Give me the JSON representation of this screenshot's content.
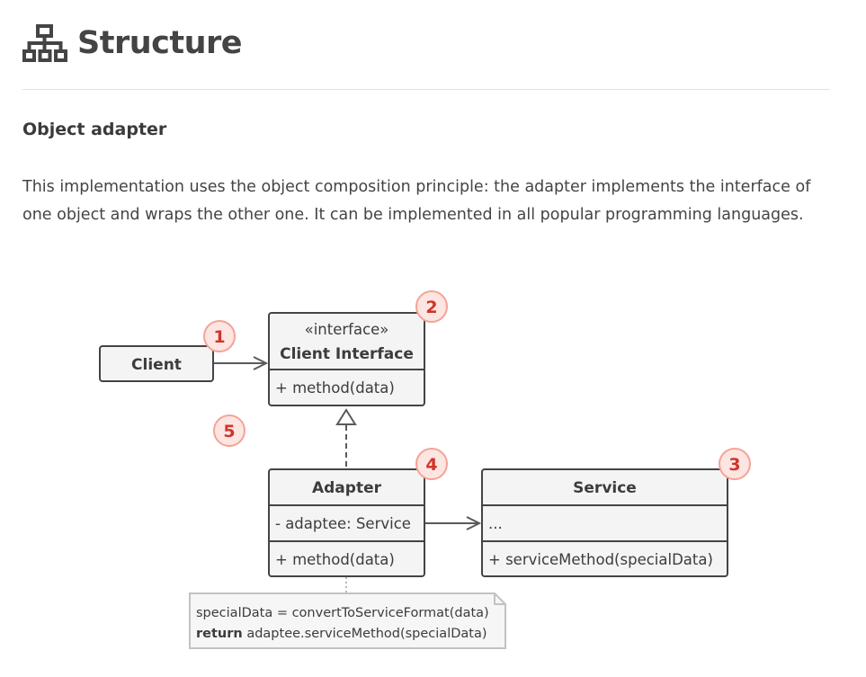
{
  "header": {
    "title": "Structure",
    "icon": "sitemap-icon"
  },
  "section": {
    "title": "Object adapter"
  },
  "paragraph": "This implementation uses the object composition principle: the adapter implements the interface of one object and wraps the other one. It can be implemented in all popular programming languages.",
  "diagram": {
    "client": {
      "name": "Client"
    },
    "client_interface": {
      "stereotype": "«interface»",
      "name": "Client Interface",
      "method": "+ method(data)"
    },
    "adapter": {
      "name": "Adapter",
      "field": "- adaptee: Service",
      "method": "+ method(data)"
    },
    "service": {
      "name": "Service",
      "field": "...",
      "method": "+ serviceMethod(specialData)"
    },
    "note": {
      "line1": "specialData = convertToServiceFormat(data)",
      "line2_keyword": "return",
      "line2_rest": " adaptee.serviceMethod(specialData)"
    },
    "markers": [
      "1",
      "2",
      "3",
      "4",
      "5"
    ]
  },
  "colors": {
    "box_fill": "#f4f4f4",
    "box_stroke": "#444444",
    "marker_fill": "#fde5e1",
    "marker_stroke": "#f4a396",
    "marker_text": "#d0352c",
    "note_stroke": "#c2c2c2"
  }
}
